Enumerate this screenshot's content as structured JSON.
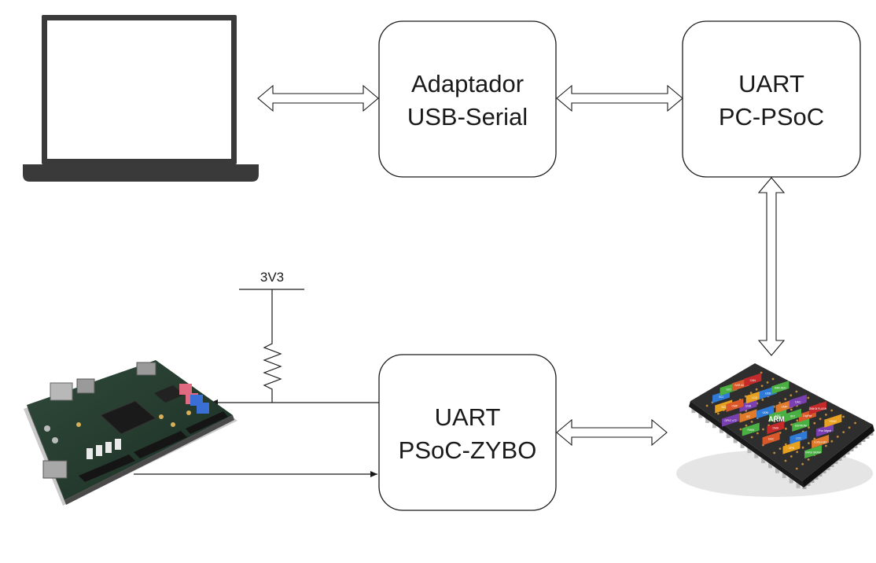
{
  "boxes": {
    "adapter": {
      "line1": "Adaptador",
      "line2": "USB-Serial"
    },
    "uart_pc": {
      "line1": "UART",
      "line2": "PC-PSoC"
    },
    "uart_zybo": {
      "line1": "UART",
      "line2": "PSoC-ZYBO"
    }
  },
  "supply": {
    "label": "3V3"
  },
  "chip": {
    "brand": "ARM",
    "block_labels": [
      "GPIO x72",
      "SCI",
      "SCI",
      "SIO",
      "SAR ADC",
      "CAN",
      "PWM",
      "I2C",
      "USB",
      "LCD",
      "UDB",
      "SAR ADC",
      "DAC",
      "DMA",
      "ADC",
      "CMP",
      "DAC",
      "DFB",
      "LCD",
      "EEPROM",
      "DigPwr",
      "256KB FLASH",
      "64KB SRAM",
      "Cortex-M3",
      "Pwr Mgmt",
      "VDAC",
      "UDB",
      "SIO",
      "CMP"
    ]
  },
  "colors": {
    "line": "#1a1a1a",
    "box_border": "#1a1a1a",
    "box_fill": "#ffffff",
    "laptop": "#3a3a3a"
  }
}
